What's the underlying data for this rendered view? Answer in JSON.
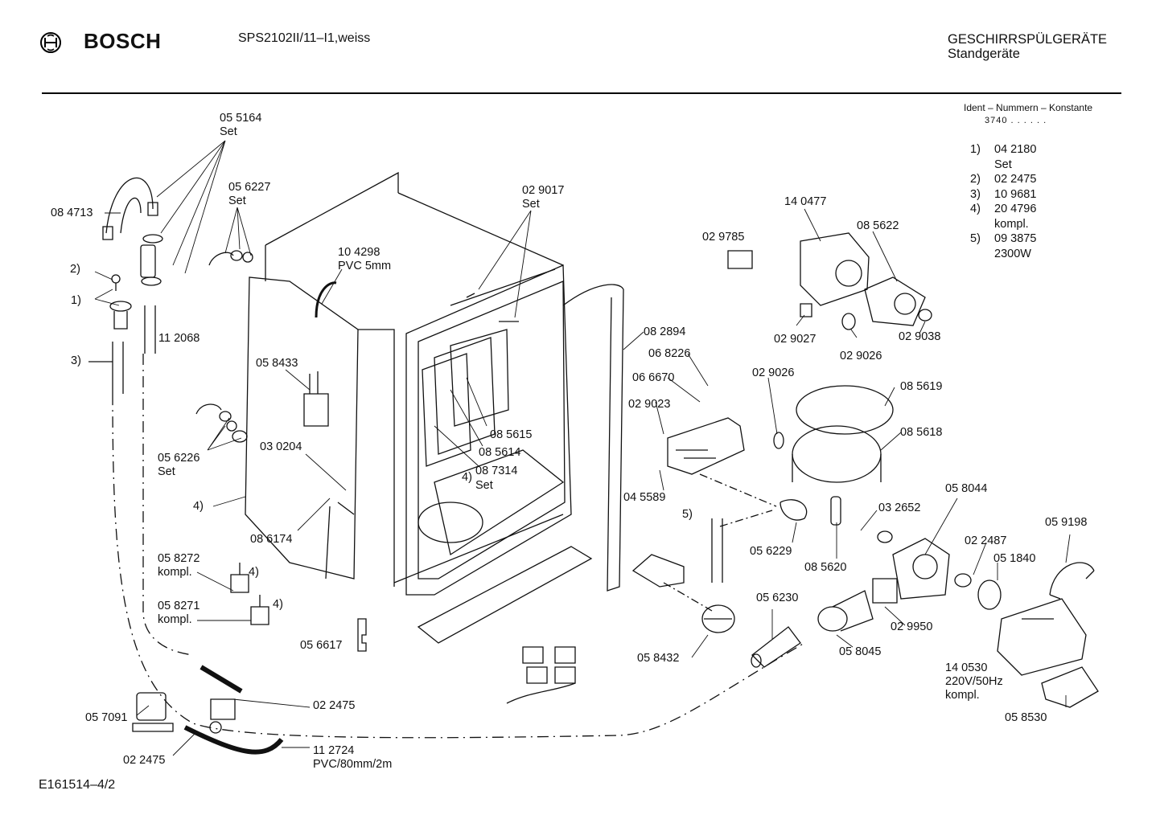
{
  "header": {
    "brand": "BOSCH",
    "model": "SPS2102II/11–I1,weiss",
    "category": "GESCHIRRSPÜLGERÄTE",
    "subcategory": "Standgeräte"
  },
  "ident": {
    "title": "Ident – Nummern – Konstante",
    "constant": "3740 . .   . . . .",
    "items": [
      {
        "idx": "1)",
        "lines": [
          "04 2180",
          "Set"
        ]
      },
      {
        "idx": "2)",
        "lines": [
          "02 2475"
        ]
      },
      {
        "idx": "3)",
        "lines": [
          "10 9681"
        ]
      },
      {
        "idx": "4)",
        "lines": [
          "20 4796",
          "kompl."
        ]
      },
      {
        "idx": "5)",
        "lines": [
          "09 3875",
          "2300W"
        ]
      }
    ]
  },
  "labels": [
    {
      "text": "05 5164\nSet"
    },
    {
      "text": "08 4713"
    },
    {
      "text": "05 6227\nSet"
    },
    {
      "text": "2)"
    },
    {
      "text": "1)"
    },
    {
      "text": "3)"
    },
    {
      "text": "11 2068"
    },
    {
      "text": "10 4298\nPVC 5mm"
    },
    {
      "text": "02 9017\nSet"
    },
    {
      "text": "14 0477"
    },
    {
      "text": "08 5622"
    },
    {
      "text": "02 9785"
    },
    {
      "text": "02 9027"
    },
    {
      "text": "02 9026"
    },
    {
      "text": "02 9038"
    },
    {
      "text": "08 2894"
    },
    {
      "text": "06 8226"
    },
    {
      "text": "06 6670"
    },
    {
      "text": "02 9026"
    },
    {
      "text": "08 5619"
    },
    {
      "text": "02 9023"
    },
    {
      "text": "08 5618"
    },
    {
      "text": "05 8433"
    },
    {
      "text": "08 5615"
    },
    {
      "text": "08 5614"
    },
    {
      "text": "08 7314"
    },
    {
      "text": "4)"
    },
    {
      "text": "Set"
    },
    {
      "text": "05 6226\nSet"
    },
    {
      "text": "03 0204"
    },
    {
      "text": "04 5589"
    },
    {
      "text": "5)"
    },
    {
      "text": "05 8044"
    },
    {
      "text": "03 2652"
    },
    {
      "text": "4)"
    },
    {
      "text": "05 9198"
    },
    {
      "text": "02 2487"
    },
    {
      "text": "05 1840"
    },
    {
      "text": "08 6174"
    },
    {
      "text": "05 6229"
    },
    {
      "text": "08 5620"
    },
    {
      "text": "05 8272\nkompl."
    },
    {
      "text": "4)"
    },
    {
      "text": "05 8271\nkompl."
    },
    {
      "text": "4)"
    },
    {
      "text": "05 6230"
    },
    {
      "text": "02 9950"
    },
    {
      "text": "05 6617"
    },
    {
      "text": "05 8432"
    },
    {
      "text": "05 8045"
    },
    {
      "text": "14 0530\n220V/50Hz\nkompl."
    },
    {
      "text": "02 2475"
    },
    {
      "text": "05 7091"
    },
    {
      "text": "05 8530"
    },
    {
      "text": "11 2724\nPVC/80mm/2m"
    },
    {
      "text": "02 2475"
    }
  ],
  "footer": {
    "code": "E161514–4/2"
  }
}
